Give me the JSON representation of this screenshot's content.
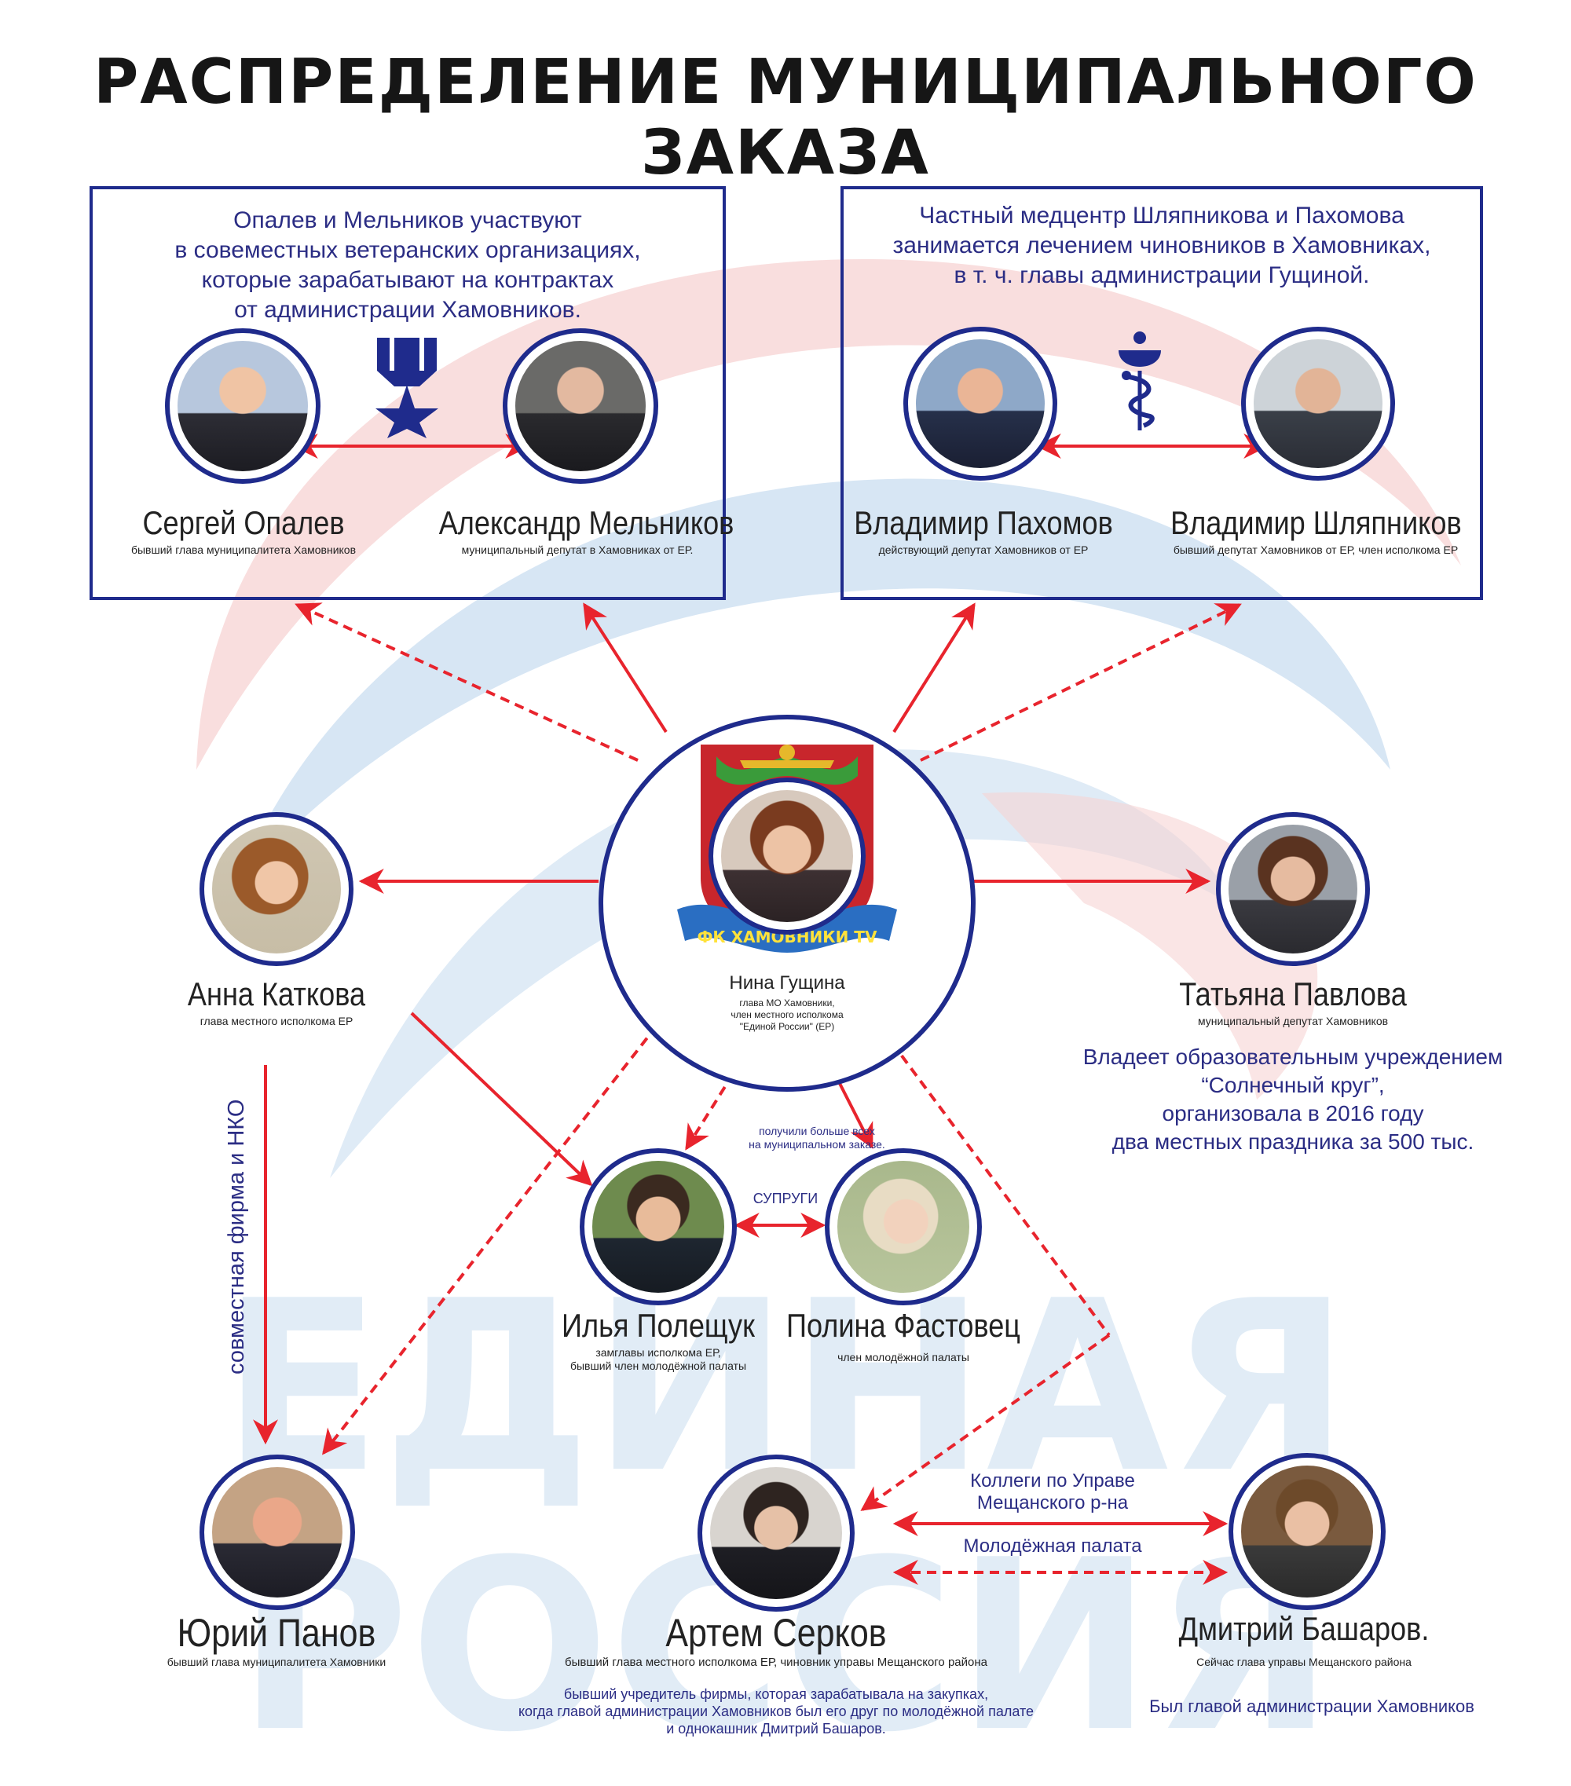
{
  "title": "РАСПРЕДЕЛЕНИЕ МУНИЦИПАЛЬНОГО ЗАКАЗА",
  "colors": {
    "accent_blue": "#1f2b8c",
    "text_blue": "#2b2d84",
    "arrow_red": "#e8242d",
    "bg_blue": "#c9def0",
    "bg_red": "#f7d3d3"
  },
  "watermark_text": "ЕДИНАЯ РОССИЯ",
  "box_left": {
    "text": [
      "Опалев и Мельников участвуют",
      "в совеместных ветеранских организациях,",
      "которые зарабатывают на контрактах",
      "от администрации Хамовников."
    ],
    "icon": "medal-star-icon"
  },
  "box_right": {
    "text": [
      "Частный медцентр Шляпникова и Пахомова",
      "занимается лечением чиновников в Хамовниках,",
      "в т. ч. главы администрации Гущиной."
    ],
    "icon": "caduceus-icon"
  },
  "people": {
    "opalev": {
      "name": "Сергей Опалев",
      "role": "бывший глава муниципалитета Хамовников"
    },
    "melnikov": {
      "name": "Александр Мельников",
      "role": "муниципальный депутат в Хамовниках от ЕР."
    },
    "pakhomov": {
      "name": "Владимир Пахомов",
      "role": "действующий депутат Хамовников от ЕР"
    },
    "shlyapnikov": {
      "name": "Владимир Шляпников",
      "role": "бывший депутат Хамовников от ЕР, член исполкома ЕР"
    },
    "guschina": {
      "name": "Нина Гущина",
      "role": [
        "глава МО Хамовники,",
        "член местного исполкома",
        "\"Единой России\" (ЕР)"
      ]
    },
    "katkova": {
      "name": "Анна Каткова",
      "role": "глава местного исполкома ЕР"
    },
    "pavlova": {
      "name": "Татьяна Павлова",
      "role": "муниципальный депутат Хамовников"
    },
    "poleschuk": {
      "name": "Илья Полещук",
      "role": [
        "замглавы исполкома ЕР,",
        "бывший член молодёжной палаты"
      ]
    },
    "fastovets": {
      "name": "Полина Фастовец",
      "role": "член молодёжной палаты"
    },
    "panov": {
      "name": "Юрий Панов",
      "role": "бывший глава муниципалитета Хамовники"
    },
    "serkov": {
      "name": "Артем Серков",
      "role": "бывший глава местного исполкома ЕР, чиновник управы Мещанского района"
    },
    "basharov": {
      "name": "Дмитрий Башаров.",
      "role": "Сейчас глава управы Мещанского района"
    }
  },
  "emblem_ribbon": "ФК ХАМОВНИКИ TV",
  "notes": {
    "pavlova": [
      "Владеет образовательным учреждением",
      "“Солнечный круг”,",
      "организовала в 2016 году",
      "два местных праздника за 500 тыс."
    ],
    "most_orders": [
      "получили больше всех",
      "на муниципальном заказе."
    ],
    "spouses": "СУПРУГИ",
    "joint_firm": "совместная фирма и НКО",
    "colleagues": [
      "Коллеги по Управе",
      "Мещанского р-на"
    ],
    "youth_chamber": "Молодёжная палата",
    "serkov": [
      "бывший учредитель фирмы, которая зарабатывала на закупках,",
      "когда главой администрации Хамовников был его друг по молодёжной палате",
      "и однокашник Дмитрий Башаров."
    ],
    "basharov": "Был главой администрации Хамовников"
  }
}
